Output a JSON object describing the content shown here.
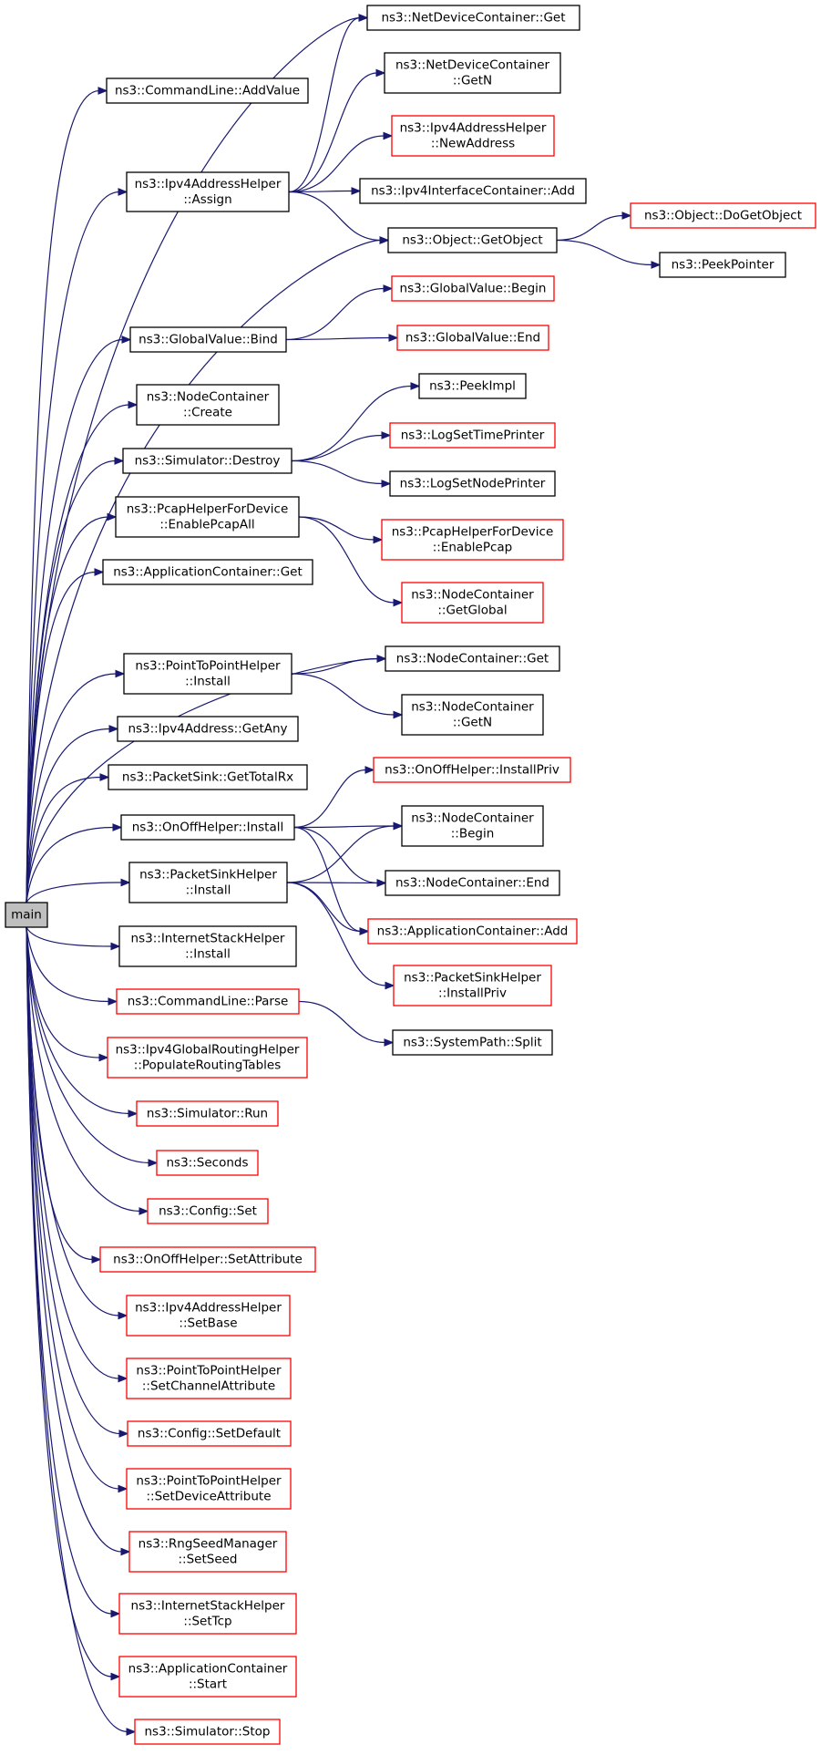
{
  "nodes": [
    {
      "id": "main",
      "lines": [
        "main"
      ],
      "style": "root"
    },
    {
      "id": "cl_addvalue",
      "lines": [
        "ns3::CommandLine::AddValue"
      ],
      "style": "black"
    },
    {
      "id": "ipv4ah_assign",
      "lines": [
        "ns3::Ipv4AddressHelper",
        "::Assign"
      ],
      "style": "black"
    },
    {
      "id": "gv_bind",
      "lines": [
        "ns3::GlobalValue::Bind"
      ],
      "style": "black"
    },
    {
      "id": "nc_create",
      "lines": [
        "ns3::NodeContainer",
        "::Create"
      ],
      "style": "black"
    },
    {
      "id": "sim_destroy",
      "lines": [
        "ns3::Simulator::Destroy"
      ],
      "style": "black"
    },
    {
      "id": "pcap_all",
      "lines": [
        "ns3::PcapHelperForDevice",
        "::EnablePcapAll"
      ],
      "style": "black"
    },
    {
      "id": "ac_get",
      "lines": [
        "ns3::ApplicationContainer::Get"
      ],
      "style": "black"
    },
    {
      "id": "p2p_install",
      "lines": [
        "ns3::PointToPointHelper",
        "::Install"
      ],
      "style": "black"
    },
    {
      "id": "ipv4_getany",
      "lines": [
        "ns3::Ipv4Address::GetAny"
      ],
      "style": "black"
    },
    {
      "id": "ps_gettotalrx",
      "lines": [
        "ns3::PacketSink::GetTotalRx"
      ],
      "style": "black"
    },
    {
      "id": "oo_install",
      "lines": [
        "ns3::OnOffHelper::Install"
      ],
      "style": "black"
    },
    {
      "id": "psh_install",
      "lines": [
        "ns3::PacketSinkHelper",
        "::Install"
      ],
      "style": "black"
    },
    {
      "id": "ish_install",
      "lines": [
        "ns3::InternetStackHelper",
        "::Install"
      ],
      "style": "black"
    },
    {
      "id": "cl_parse",
      "lines": [
        "ns3::CommandLine::Parse"
      ],
      "style": "red"
    },
    {
      "id": "grh_populate",
      "lines": [
        "ns3::Ipv4GlobalRoutingHelper",
        "::PopulateRoutingTables"
      ],
      "style": "red"
    },
    {
      "id": "sim_run",
      "lines": [
        "ns3::Simulator::Run"
      ],
      "style": "red"
    },
    {
      "id": "seconds",
      "lines": [
        "ns3::Seconds"
      ],
      "style": "red"
    },
    {
      "id": "cfg_set",
      "lines": [
        "ns3::Config::Set"
      ],
      "style": "red"
    },
    {
      "id": "oo_setattr",
      "lines": [
        "ns3::OnOffHelper::SetAttribute"
      ],
      "style": "red"
    },
    {
      "id": "ipv4ah_setbase",
      "lines": [
        "ns3::Ipv4AddressHelper",
        "::SetBase"
      ],
      "style": "red"
    },
    {
      "id": "p2p_setchan",
      "lines": [
        "ns3::PointToPointHelper",
        "::SetChannelAttribute"
      ],
      "style": "red"
    },
    {
      "id": "cfg_setdefault",
      "lines": [
        "ns3::Config::SetDefault"
      ],
      "style": "red"
    },
    {
      "id": "p2p_setdev",
      "lines": [
        "ns3::PointToPointHelper",
        "::SetDeviceAttribute"
      ],
      "style": "red"
    },
    {
      "id": "rng_setseed",
      "lines": [
        "ns3::RngSeedManager",
        "::SetSeed"
      ],
      "style": "red"
    },
    {
      "id": "ish_settcp",
      "lines": [
        "ns3::InternetStackHelper",
        "::SetTcp"
      ],
      "style": "red"
    },
    {
      "id": "ac_start",
      "lines": [
        "ns3::ApplicationContainer",
        "::Start"
      ],
      "style": "red"
    },
    {
      "id": "sim_stop",
      "lines": [
        "ns3::Simulator::Stop"
      ],
      "style": "red"
    },
    {
      "id": "ndc_get",
      "lines": [
        "ns3::NetDeviceContainer::Get"
      ],
      "style": "black"
    },
    {
      "id": "ndc_getn",
      "lines": [
        "ns3::NetDeviceContainer",
        "::GetN"
      ],
      "style": "black"
    },
    {
      "id": "ipv4ah_newaddr",
      "lines": [
        "ns3::Ipv4AddressHelper",
        "::NewAddress"
      ],
      "style": "red"
    },
    {
      "id": "ipv4ic_add",
      "lines": [
        "ns3::Ipv4InterfaceContainer::Add"
      ],
      "style": "black"
    },
    {
      "id": "obj_getobject",
      "lines": [
        "ns3::Object::GetObject"
      ],
      "style": "black"
    },
    {
      "id": "obj_dogetobject",
      "lines": [
        "ns3::Object::DoGetObject"
      ],
      "style": "red"
    },
    {
      "id": "peekpointer",
      "lines": [
        "ns3::PeekPointer"
      ],
      "style": "black"
    },
    {
      "id": "gv_begin",
      "lines": [
        "ns3::GlobalValue::Begin"
      ],
      "style": "red"
    },
    {
      "id": "gv_end",
      "lines": [
        "ns3::GlobalValue::End"
      ],
      "style": "red"
    },
    {
      "id": "peekimpl",
      "lines": [
        "ns3::PeekImpl"
      ],
      "style": "black"
    },
    {
      "id": "log_timeprinter",
      "lines": [
        "ns3::LogSetTimePrinter"
      ],
      "style": "red"
    },
    {
      "id": "log_nodeprinter",
      "lines": [
        "ns3::LogSetNodePrinter"
      ],
      "style": "black"
    },
    {
      "id": "pcap_enable",
      "lines": [
        "ns3::PcapHelperForDevice",
        "::EnablePcap"
      ],
      "style": "red"
    },
    {
      "id": "nc_getglobal",
      "lines": [
        "ns3::NodeContainer",
        "::GetGlobal"
      ],
      "style": "red"
    },
    {
      "id": "nc_get",
      "lines": [
        "ns3::NodeContainer::Get"
      ],
      "style": "black"
    },
    {
      "id": "nc_getn",
      "lines": [
        "ns3::NodeContainer",
        "::GetN"
      ],
      "style": "black"
    },
    {
      "id": "oo_installpriv",
      "lines": [
        "ns3::OnOffHelper::InstallPriv"
      ],
      "style": "red"
    },
    {
      "id": "nc_begin",
      "lines": [
        "ns3::NodeContainer",
        "::Begin"
      ],
      "style": "black"
    },
    {
      "id": "nc_end",
      "lines": [
        "ns3::NodeContainer::End"
      ],
      "style": "black"
    },
    {
      "id": "ac_add",
      "lines": [
        "ns3::ApplicationContainer::Add"
      ],
      "style": "red"
    },
    {
      "id": "psh_installpriv",
      "lines": [
        "ns3::PacketSinkHelper",
        "::InstallPriv"
      ],
      "style": "red"
    },
    {
      "id": "sp_split",
      "lines": [
        "ns3::SystemPath::Split"
      ],
      "style": "black"
    }
  ],
  "edges": [
    [
      "main",
      "cl_addvalue"
    ],
    [
      "main",
      "ipv4ah_assign"
    ],
    [
      "main",
      "gv_bind"
    ],
    [
      "main",
      "nc_create"
    ],
    [
      "main",
      "sim_destroy"
    ],
    [
      "main",
      "pcap_all"
    ],
    [
      "main",
      "ac_get"
    ],
    [
      "main",
      "p2p_install"
    ],
    [
      "main",
      "ipv4_getany"
    ],
    [
      "main",
      "ps_gettotalrx"
    ],
    [
      "main",
      "oo_install"
    ],
    [
      "main",
      "psh_install"
    ],
    [
      "main",
      "ish_install"
    ],
    [
      "main",
      "cl_parse"
    ],
    [
      "main",
      "grh_populate"
    ],
    [
      "main",
      "sim_run"
    ],
    [
      "main",
      "seconds"
    ],
    [
      "main",
      "cfg_set"
    ],
    [
      "main",
      "oo_setattr"
    ],
    [
      "main",
      "ipv4ah_setbase"
    ],
    [
      "main",
      "p2p_setchan"
    ],
    [
      "main",
      "cfg_setdefault"
    ],
    [
      "main",
      "p2p_setdev"
    ],
    [
      "main",
      "rng_setseed"
    ],
    [
      "main",
      "ish_settcp"
    ],
    [
      "main",
      "ac_start"
    ],
    [
      "main",
      "sim_stop"
    ],
    [
      "main",
      "ndc_get"
    ],
    [
      "main",
      "obj_getobject"
    ],
    [
      "main",
      "nc_get"
    ],
    [
      "ipv4ah_assign",
      "ndc_get"
    ],
    [
      "ipv4ah_assign",
      "ndc_getn"
    ],
    [
      "ipv4ah_assign",
      "ipv4ah_newaddr"
    ],
    [
      "ipv4ah_assign",
      "ipv4ic_add"
    ],
    [
      "ipv4ah_assign",
      "obj_getobject"
    ],
    [
      "obj_getobject",
      "obj_dogetobject"
    ],
    [
      "obj_getobject",
      "peekpointer"
    ],
    [
      "gv_bind",
      "gv_begin"
    ],
    [
      "gv_bind",
      "gv_end"
    ],
    [
      "sim_destroy",
      "peekimpl"
    ],
    [
      "sim_destroy",
      "log_timeprinter"
    ],
    [
      "sim_destroy",
      "log_nodeprinter"
    ],
    [
      "pcap_all",
      "pcap_enable"
    ],
    [
      "pcap_all",
      "nc_getglobal"
    ],
    [
      "p2p_install",
      "nc_get"
    ],
    [
      "p2p_install",
      "nc_getn"
    ],
    [
      "oo_install",
      "oo_installpriv"
    ],
    [
      "oo_install",
      "nc_begin"
    ],
    [
      "oo_install",
      "nc_end"
    ],
    [
      "oo_install",
      "ac_add"
    ],
    [
      "psh_install",
      "nc_begin"
    ],
    [
      "psh_install",
      "nc_end"
    ],
    [
      "psh_install",
      "ac_add"
    ],
    [
      "psh_install",
      "psh_installpriv"
    ],
    [
      "cl_parse",
      "sp_split"
    ]
  ]
}
